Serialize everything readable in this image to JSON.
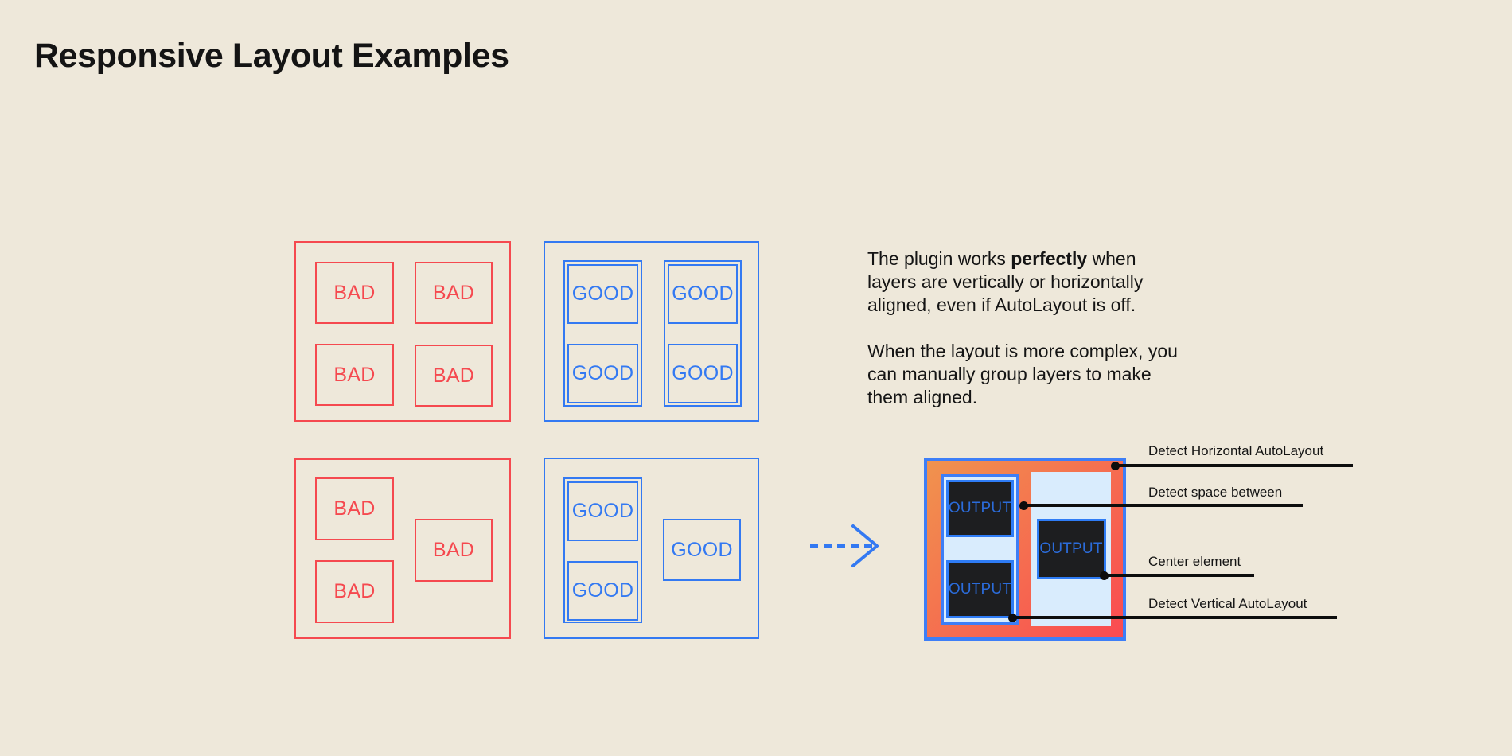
{
  "page": {
    "title": "Responsive Layout Examples"
  },
  "palette": {
    "background": "#EEE8DA",
    "bad_red": "#F5494F",
    "good_blue": "#3379F2",
    "output_border_blue": "#3D7EF7",
    "output_text_blue": "#2B6CDB",
    "output_dark": "#1D1E20",
    "light_blue": "#D9ECFD",
    "gradient_start": "#F0934E",
    "gradient_end": "#FA4A51",
    "annotation_black": "#0D0D0D"
  },
  "labels": {
    "bad": "BAD",
    "good": "GOOD",
    "output": "OUTPUT"
  },
  "description": {
    "p1_before": "The plugin works ",
    "p1_bold": "perfectly",
    "p1_after": " when\nlayers are vertically or horizontally\naligned, even if AutoLayout is off.",
    "p2": "When the layout is more complex, you\ncan manually group layers to make\nthem aligned."
  },
  "annotations": {
    "horizontal": "Detect Horizontal AutoLayout",
    "space_between": "Detect space between",
    "center": "Center element",
    "vertical": "Detect Vertical AutoLayout"
  }
}
